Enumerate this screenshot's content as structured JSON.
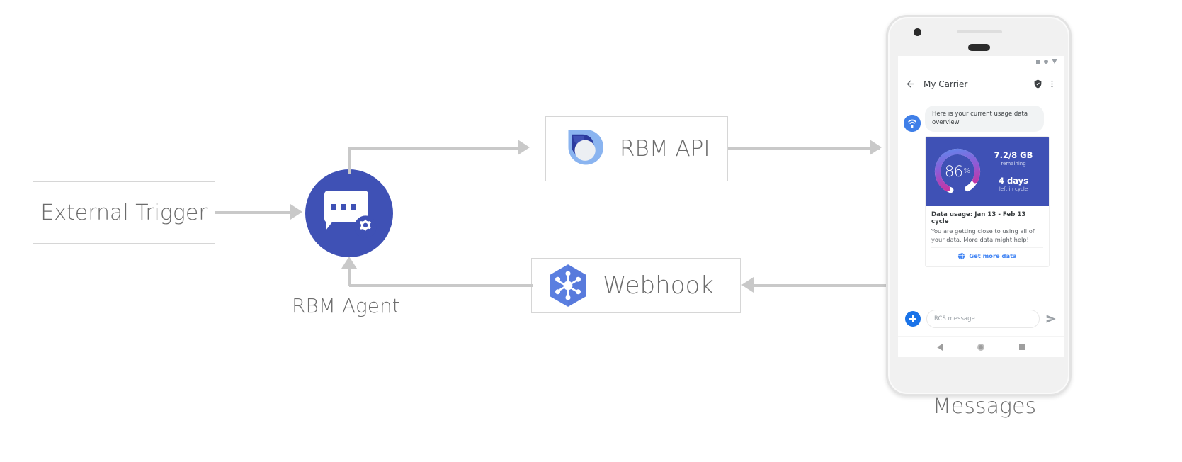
{
  "diagram": {
    "nodes": {
      "external_trigger": {
        "label": "External Trigger"
      },
      "rbm_agent": {
        "caption": "RBM Agent",
        "icon": "chat-gear-icon"
      },
      "rbm_api": {
        "label": "RBM API",
        "icon": "rbm-droplet-icon"
      },
      "webhook": {
        "label": "Webhook",
        "icon": "cloud-functions-hexagon-icon"
      },
      "messages": {
        "caption": "Messages"
      }
    },
    "connector_color": "#c9c9c9"
  },
  "phone": {
    "status_icons": [
      "signal-icon",
      "wifi-icon",
      "battery-icon"
    ],
    "appbar": {
      "back_icon": "back-arrow-icon",
      "title": "My Carrier",
      "verified_icon": "verified-shield-icon",
      "overflow_icon": "more-vertical-icon"
    },
    "conversation": {
      "avatar_icon": "carrier-signal-avatar-icon",
      "message_text": "Here is your current usage data overview:",
      "rich_card": {
        "gauge": {
          "value": "86",
          "unit": "%",
          "percent": 86,
          "track_color": "#ffffff",
          "gradient_start": "#5b8def",
          "gradient_mid": "#8e5bd6",
          "gradient_end": "#e0218a",
          "panel_color": "#3f51b5"
        },
        "stats": [
          {
            "main": "7.2/8 GB",
            "sub": "remaining"
          },
          {
            "main": "4 days",
            "sub": "left in cycle"
          }
        ],
        "title": "Data usage: Jan 13 - Feb 13 cycle",
        "description": "You are getting close to using all of your data. More data might help!",
        "action": {
          "icon": "globe-icon",
          "label": "Get more data",
          "color": "#4285f4"
        }
      }
    },
    "composer": {
      "plus_icon": "plus-icon",
      "placeholder": "RCS message",
      "send_icon": "send-icon"
    },
    "navbar": {
      "back_icon": "nav-back-icon",
      "home_icon": "nav-home-icon",
      "recents_icon": "nav-recents-icon"
    }
  }
}
